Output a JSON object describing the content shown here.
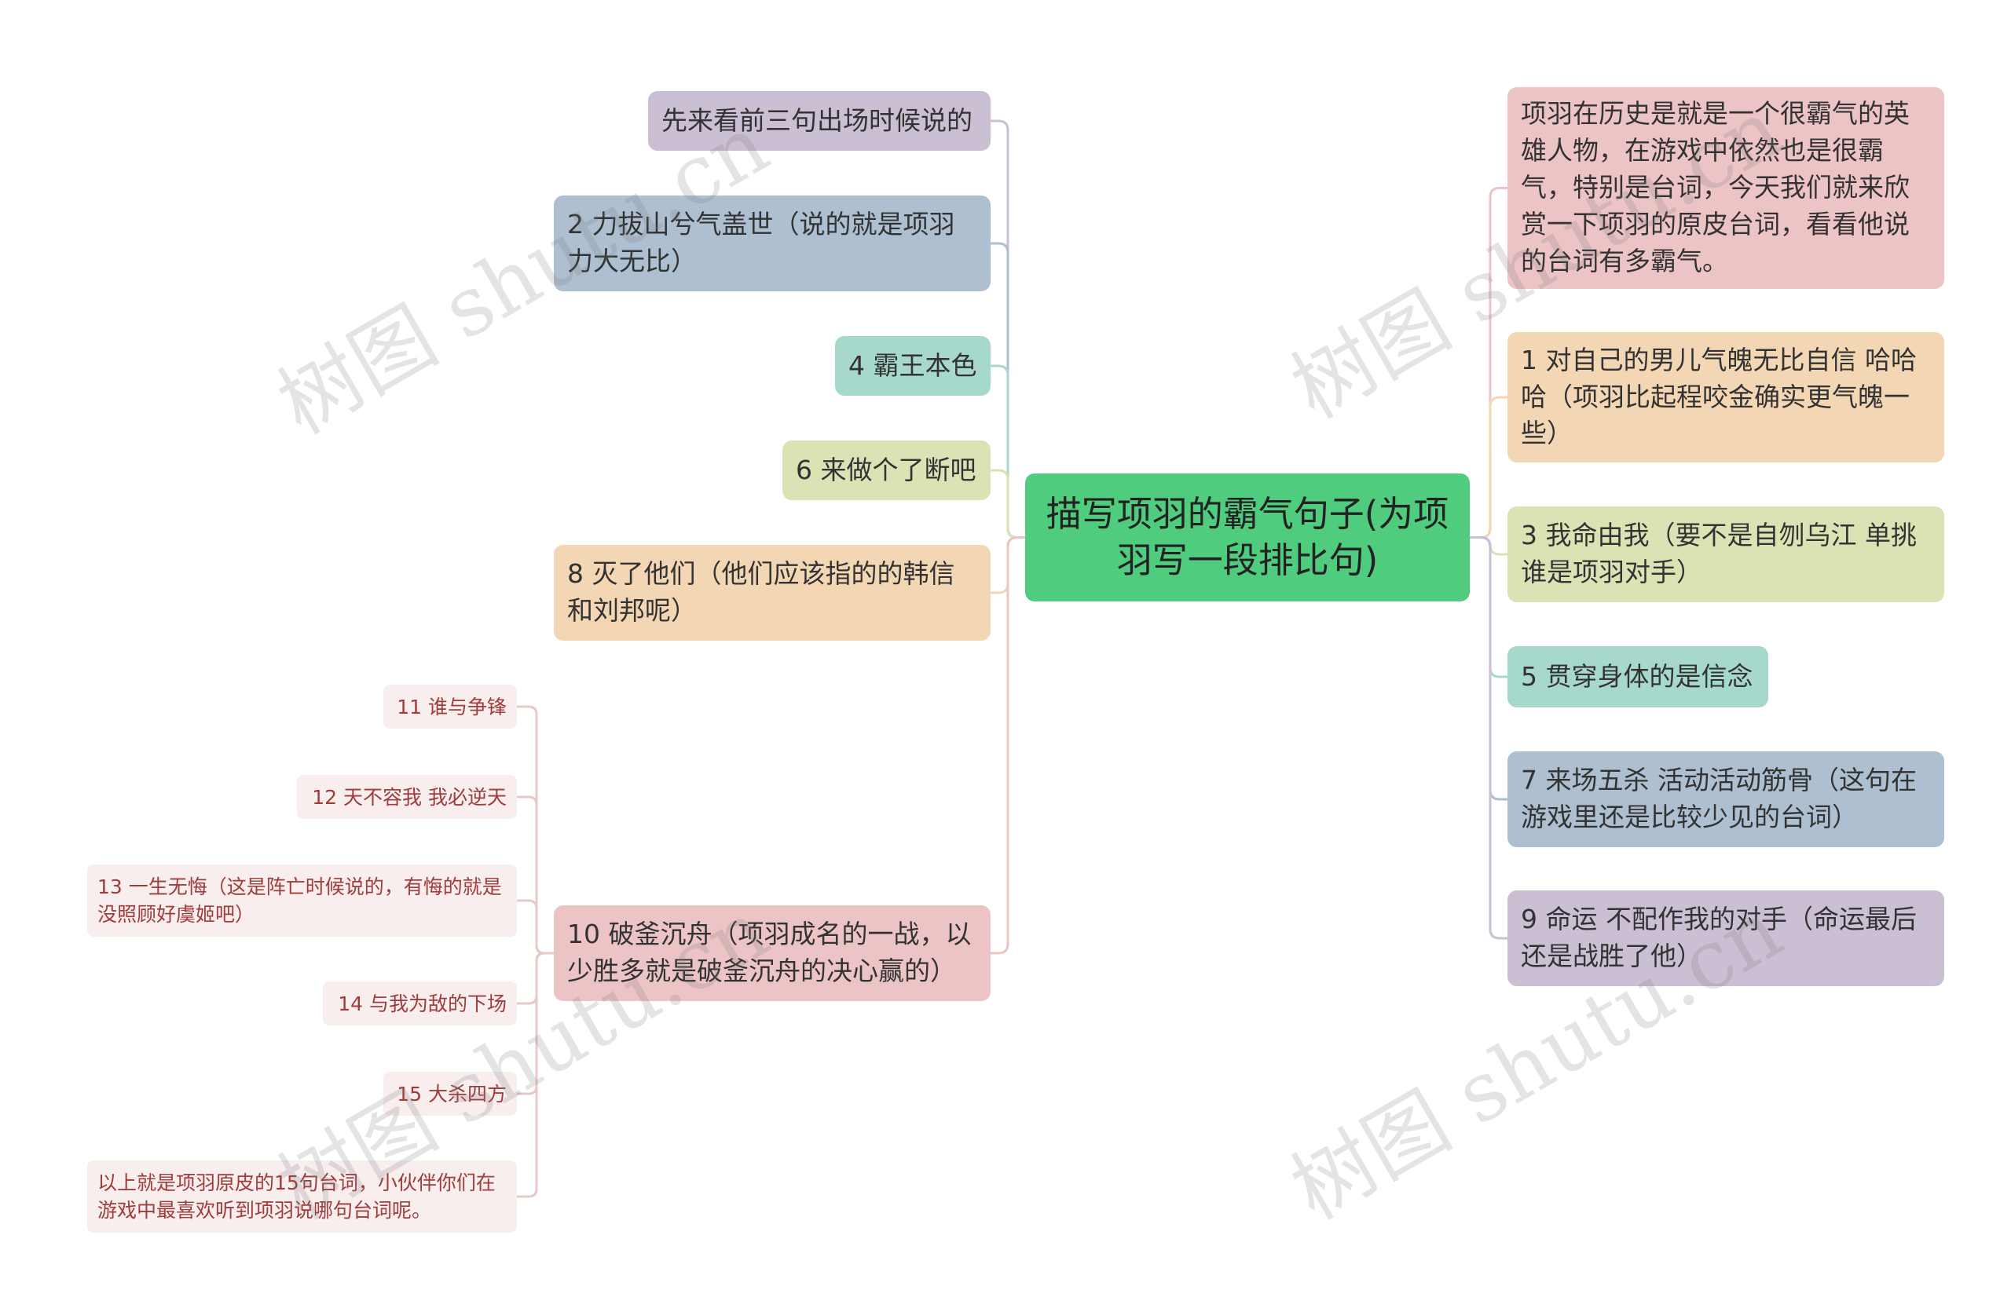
{
  "root": {
    "text": "描写项羽的霸气句子(为项羽写一段排比句)",
    "color": "#50cc7f"
  },
  "left": [
    {
      "text": "先来看前三句出场时候说的",
      "color": "#cbbfd4"
    },
    {
      "text": "2 力拔山兮气盖世（说的就是项羽力大无比）",
      "color": "#aebfd2"
    },
    {
      "text": "4 霸王本色",
      "color": "#a7d8cc"
    },
    {
      "text": "6 来做个了断吧",
      "color": "#dde2b5"
    },
    {
      "text": "8 灭了他们（他们应该指的的韩信和刘邦呢）",
      "color": "#f3d7b4"
    },
    {
      "text": "10 破釜沉舟（项羽成名的一战，以少胜多就是破釜沉舟的决心赢的）",
      "color": "#edc4c6"
    }
  ],
  "right": [
    {
      "text": "项羽在历史是就是一个很霸气的英雄人物，在游戏中依然也是很霸气，特别是台词，今天我们就来欣赏一下项羽的原皮台词，看看他说的台词有多霸气。",
      "color": "#edc4c6"
    },
    {
      "text": "1 对自己的男儿气魄无比自信 哈哈哈（项羽比起程咬金确实更气魄一些）",
      "color": "#f3d7b4"
    },
    {
      "text": "3 我命由我（要不是自刎乌江 单挑谁是项羽对手）",
      "color": "#dde2b5"
    },
    {
      "text": "5 贯穿身体的是信念",
      "color": "#a7d8cc"
    },
    {
      "text": "7 来场五杀 活动活动筋骨（这句在游戏里还是比较少见的台词）",
      "color": "#aebfd2"
    },
    {
      "text": "9 命运 不配作我的对手（命运最后还是战胜了他）",
      "color": "#cbbfd4"
    }
  ],
  "sub": [
    {
      "text": "11 谁与争锋"
    },
    {
      "text": "12 天不容我 我必逆天"
    },
    {
      "text": "13 一生无悔（这是阵亡时候说的，有悔的就是没照顾好虞姬吧）"
    },
    {
      "text": "14 与我为敌的下场"
    },
    {
      "text": "15 大杀四方"
    },
    {
      "text": "以上就是项羽原皮的15句台词，小伙伴你们在游戏中最喜欢听到项羽说哪句台词呢。"
    }
  ],
  "watermark": "树图 shutu.cn"
}
